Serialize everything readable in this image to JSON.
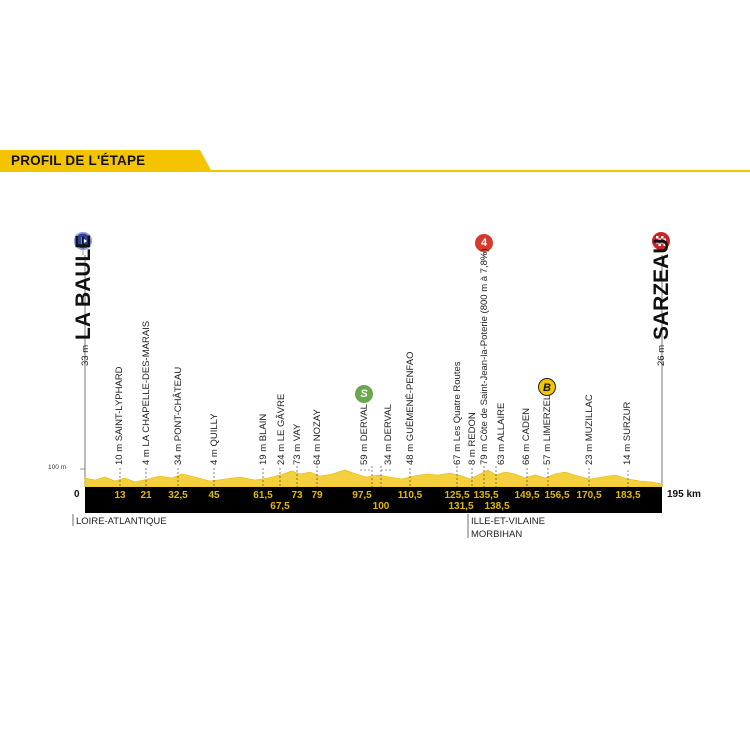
{
  "header": {
    "title": "PROFIL DE L'ÉTAPE"
  },
  "profile": {
    "start_km": "0",
    "end_km": "195 km",
    "alt_tick": "100 m",
    "start": {
      "name": "LA BAULE",
      "altitude": "33 m"
    },
    "finish": {
      "name": "SARZEAU",
      "altitude": "26 m"
    },
    "waypoints": [
      {
        "km": "13",
        "label": "10 m SAINT-LYPHARD"
      },
      {
        "km": "21",
        "label": "4 m LA CHAPELLE-DES-MARAIS"
      },
      {
        "km": "32,5",
        "label": "34 m PONT-CHÂTEAU"
      },
      {
        "km": "45",
        "label": "4 m QUILLY"
      },
      {
        "km": "61,5",
        "label": "19 m BLAIN"
      },
      {
        "km": "67,5",
        "label": "24 m LE GÂVRE"
      },
      {
        "km": "73",
        "label": "73 m VAY"
      },
      {
        "km": "79",
        "label": "64 m NOZAY"
      },
      {
        "km": "97,5",
        "label": "59 m DERVAL"
      },
      {
        "km": "100",
        "label": "34 m DERVAL"
      },
      {
        "km": "110,5",
        "label": "48 m GUÉMENÉ-PENFAO"
      },
      {
        "km": "125,5",
        "label": "67 m Les Quatre Routes"
      },
      {
        "km": "131,5",
        "label": "8 m REDON"
      },
      {
        "km": "135,5",
        "label": "79 m Côte de Saint-Jean-la-Poterie (800 m à 7,8%)"
      },
      {
        "km": "138,5",
        "label": "63 m ALLAIRE"
      },
      {
        "km": "149,5",
        "label": "66 m CADEN"
      },
      {
        "km": "156,5",
        "label": "57 m LIMERZEL"
      },
      {
        "km": "170,5",
        "label": "23 m MUZILLAC"
      },
      {
        "km": "183,5",
        "label": "14 m SURZUR"
      }
    ],
    "markers": [
      {
        "type": "start",
        "symbol": "▶",
        "color": "#2f3f9e"
      },
      {
        "type": "sprint",
        "symbol": "S",
        "color": "#6aa84f"
      },
      {
        "type": "climb",
        "symbol": "4",
        "color": "#d63a2f"
      },
      {
        "type": "bonus",
        "symbol": "B",
        "color": "#f2c500"
      },
      {
        "type": "finish",
        "symbol": "checkered-flag",
        "color": "#c62828"
      }
    ],
    "regions": [
      "LOIRE-ATLANTIQUE",
      "ILLE-ET-VILAINE",
      "MORBIHAN"
    ]
  }
}
